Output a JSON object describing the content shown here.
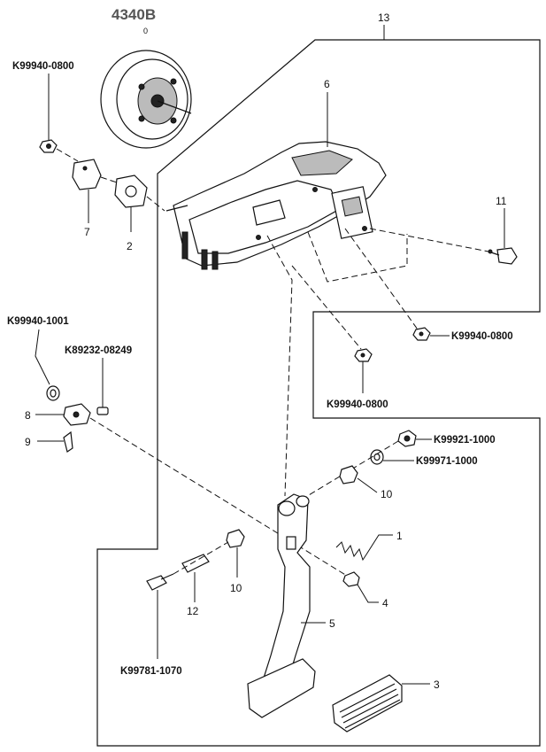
{
  "diagram": {
    "title": "4340B",
    "subtitle": "0",
    "callouts": {
      "n1": "1",
      "n2": "2",
      "n3": "3",
      "n4": "4",
      "n5": "5",
      "n6": "6",
      "n7": "7",
      "n8": "8",
      "n9": "9",
      "n10a": "10",
      "n10b": "10",
      "n11": "11",
      "n12": "12",
      "n13": "13"
    },
    "part_numbers": {
      "p_top_left": "K99940-0800",
      "p_left_1": "K99940-1001",
      "p_left_2": "K89232-08249",
      "p_mid_right": "K99940-0800",
      "p_mid_lower": "K99940-0800",
      "p_nut": "K99921-1000",
      "p_washer": "K99971-1000",
      "p_bottom": "K99781-1070"
    }
  }
}
